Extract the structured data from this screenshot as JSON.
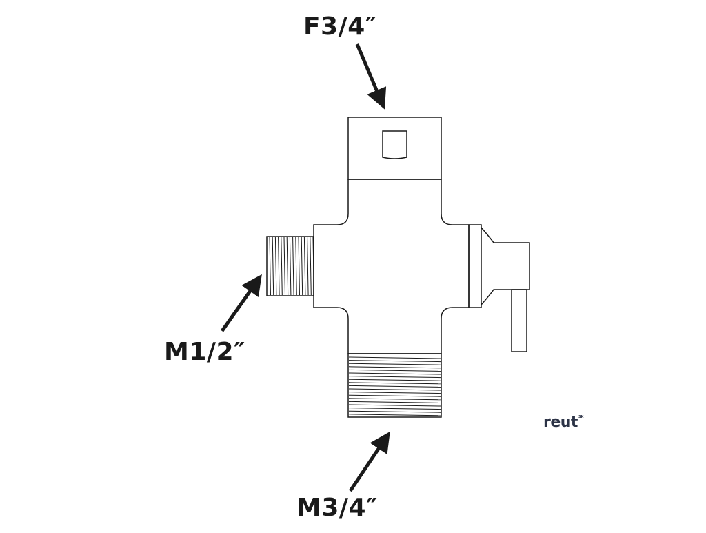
{
  "labels": {
    "top": "F3/4″",
    "left": "M1/2″",
    "bottom": "M3/4″"
  },
  "brand": {
    "name": "reut",
    "suffix": "SK"
  },
  "colors": {
    "line": "#1a1a1a",
    "background": "#ffffff",
    "brand": "#2c3346"
  }
}
